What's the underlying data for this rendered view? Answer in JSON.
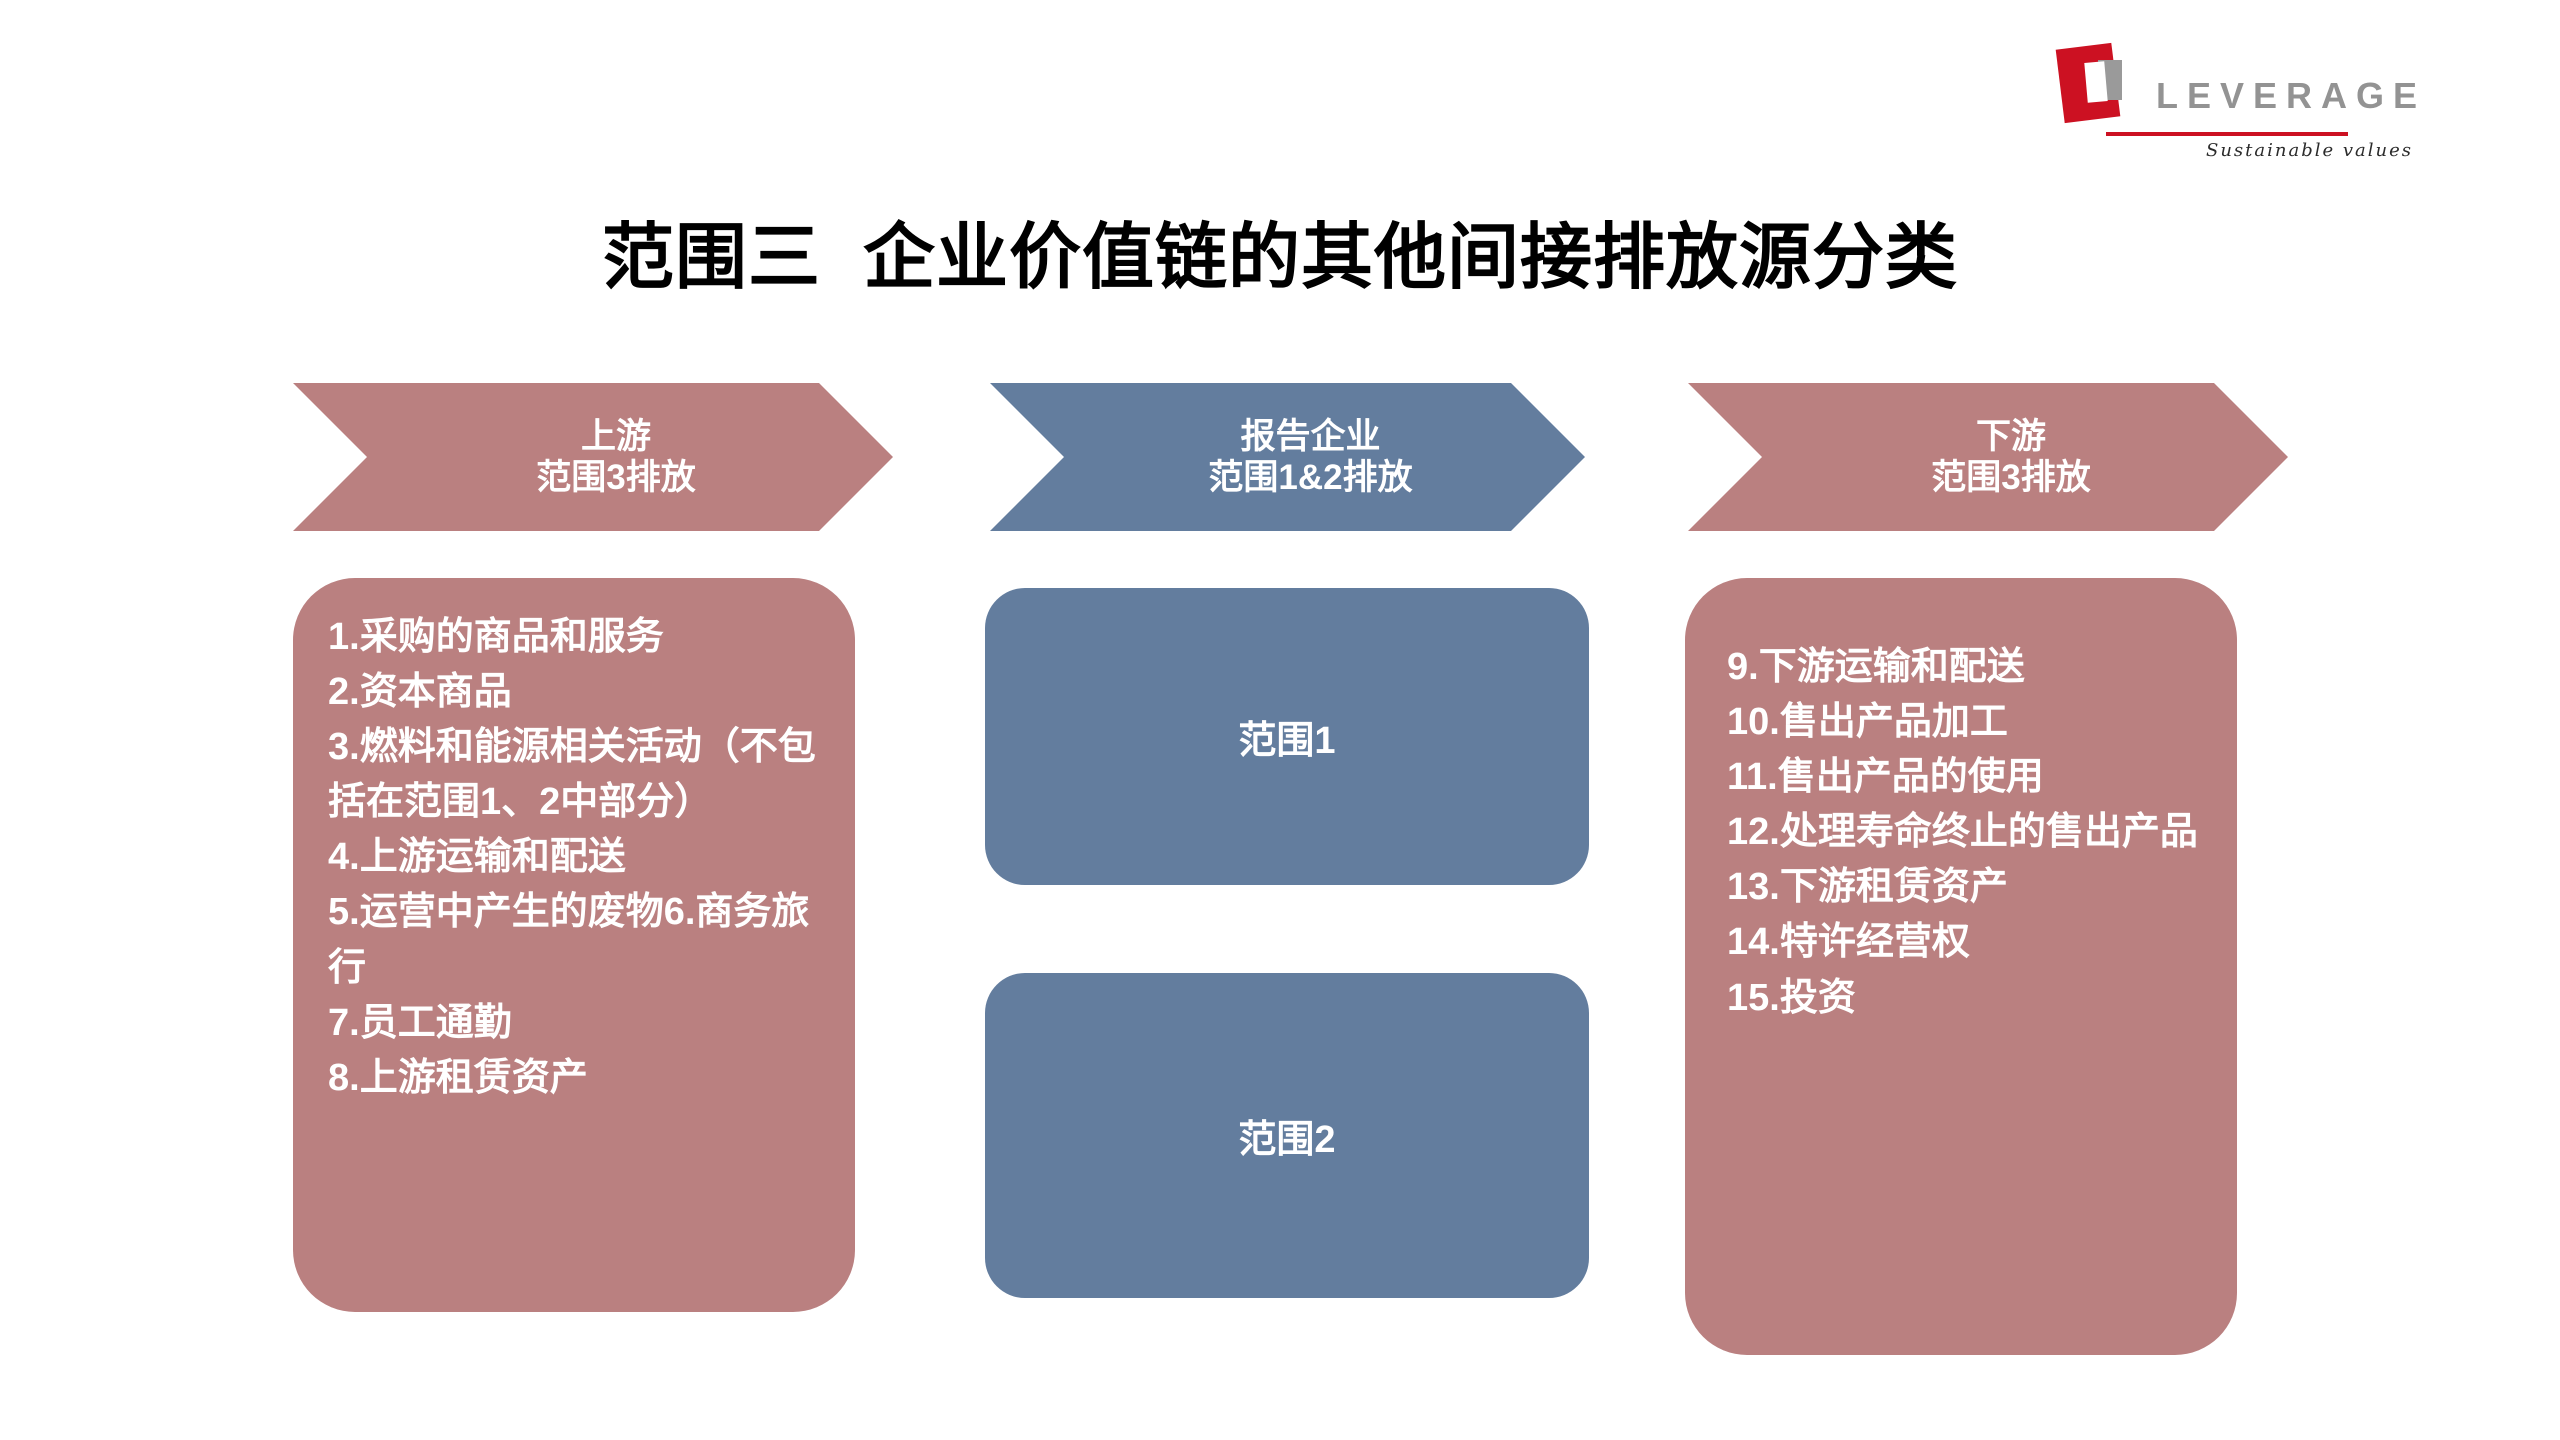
{
  "logo": {
    "wordmark": "LEVERAGE",
    "tagline": "Sustainable values",
    "brand_red": "#CC1122",
    "brand_gray": "#939393"
  },
  "title": "范围三  企业价值链的其他间接排放源分类",
  "colors": {
    "rose": "#BA8080",
    "blue": "#637D9E",
    "background": "#FFFFFF",
    "text_on_fill": "#FFFFFF",
    "title_color": "#000000"
  },
  "banners": [
    {
      "id": "upstream",
      "label": "上游\n范围3排放",
      "color": "#BA8080"
    },
    {
      "id": "reporting",
      "label": "报告企业\n范围1&2排放",
      "color": "#637D9E"
    },
    {
      "id": "downstream",
      "label": "下游\n范围3排放",
      "color": "#BA8080"
    }
  ],
  "upstream_panel": {
    "color": "#BA8080",
    "text": "1.采购的商品和服务\n2.资本商品\n3.燃料和能源相关活动（不包括在范围1、2中部分）\n4.上游运输和配送\n5.运营中产生的废物6.商务旅行\n7.员工通勤\n8.上游租赁资产",
    "items": [
      {
        "number": "1.",
        "label": "采购的商品和服务"
      },
      {
        "number": "2.",
        "label": "资本商品"
      },
      {
        "number": "3.",
        "label": "燃料和能源相关活动（不包括在范围1、2中部分）"
      },
      {
        "number": "4.",
        "label": "上游运输和配送"
      },
      {
        "number": "5.",
        "label": "运营中产生的废物"
      },
      {
        "number": "6.",
        "label": "商务旅行"
      },
      {
        "number": "7.",
        "label": "员工通勤"
      },
      {
        "number": "8.",
        "label": "上游租赁资产"
      }
    ]
  },
  "reporting_panel": {
    "color": "#637D9E",
    "boxes": [
      {
        "id": "scope-1",
        "label": "范围1"
      },
      {
        "id": "scope-2",
        "label": "范围2"
      }
    ]
  },
  "downstream_panel": {
    "color": "#BA8080",
    "text": "9.下游运输和配送\n10.售出产品加工\n11.售出产品的使用\n12.处理寿命终止的售出产品\n13.下游租赁资产\n14.特许经营权\n15.投资",
    "items": [
      {
        "number": "9.",
        "label": "下游运输和配送"
      },
      {
        "number": "10.",
        "label": "售出产品加工"
      },
      {
        "number": "11.",
        "label": "售出产品的使用"
      },
      {
        "number": "12.",
        "label": "处理寿命终止的售出产品"
      },
      {
        "number": "13.",
        "label": "下游租赁资产"
      },
      {
        "number": "14.",
        "label": "特许经营权"
      },
      {
        "number": "15.",
        "label": "投资"
      }
    ]
  }
}
